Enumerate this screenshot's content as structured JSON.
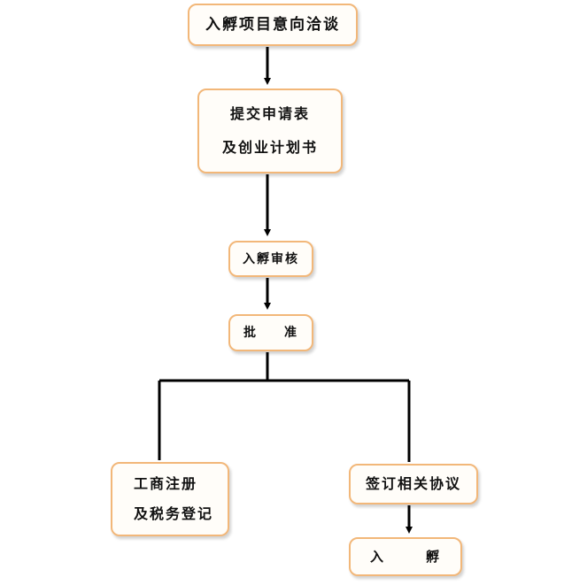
{
  "nodes": {
    "start": "入孵项目意向洽谈",
    "submit_line1": "提交申请表",
    "submit_line2": "及创业计划书",
    "review": "入孵审核",
    "approve_a": "批",
    "approve_b": "准",
    "register_line1": "工商注册",
    "register_line2": "及税务登记",
    "agreement": "签订相关协议",
    "incubate_a": "入",
    "incubate_b": "孵"
  },
  "colors": {
    "node_border": "#f2b779",
    "connector": "#000000"
  }
}
